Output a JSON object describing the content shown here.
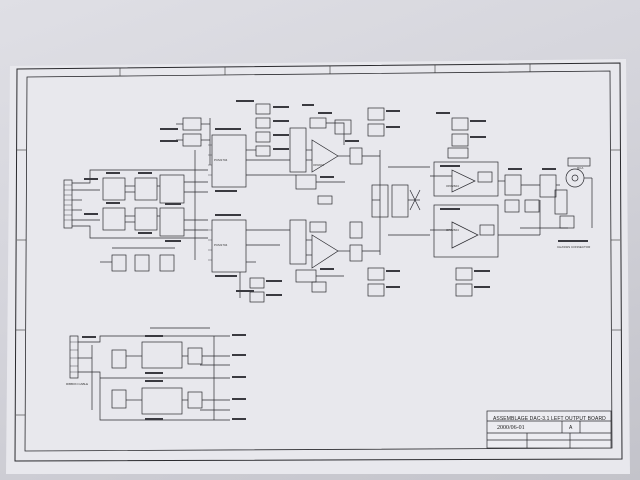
{
  "document": {
    "title_block": {
      "title": "ASSEMBLAGE DAC-3.1 LEFT OUTPUT BOARD",
      "date": "2000/06-01",
      "revision": "A"
    },
    "section_labels": {
      "dac_chip_top": "PCM1704",
      "dac_chip_bottom": "PCM1704",
      "opamp_left_top": "OPA604",
      "opamp_right_top": "OPA2604",
      "opamp_right_bottom": "OPA2604",
      "chassis_connector": "CHASSIS CONNECTOR",
      "ribbon_cable": "RIBBON CABLE",
      "rca_output": "RCA"
    }
  }
}
